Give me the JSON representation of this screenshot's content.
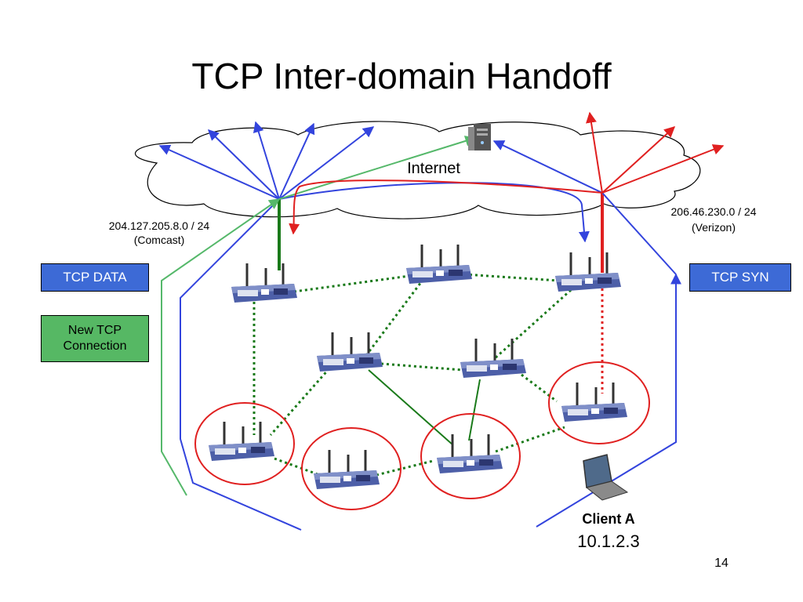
{
  "title": "TCP Inter-domain Handoff",
  "internet_label": "Internet",
  "comcast": {
    "subnet": "204.127.205.8.0 / 24",
    "name": "(Comcast)"
  },
  "verizon": {
    "subnet": "206.46.230.0 / 24",
    "name": "(Verizon)"
  },
  "boxes": {
    "tcp_data": "TCP DATA",
    "tcp_syn": "TCP SYN",
    "new_connection": "New TCP\nConnection"
  },
  "client": {
    "name": "Client A",
    "ip": "10.1.2.3"
  },
  "page_number": "14",
  "colors": {
    "blue_line": "#3344dd",
    "red_line": "#e02020",
    "green_line": "#55b86a",
    "mesh_link": "#1a7a1a",
    "circle": "#e02020",
    "box_blue": "#3d6ad6",
    "box_green": "#56b864"
  },
  "icons": {
    "router": "wireless-router-icon",
    "server": "server-icon",
    "laptop": "laptop-icon",
    "cloud": "cloud-shape"
  }
}
